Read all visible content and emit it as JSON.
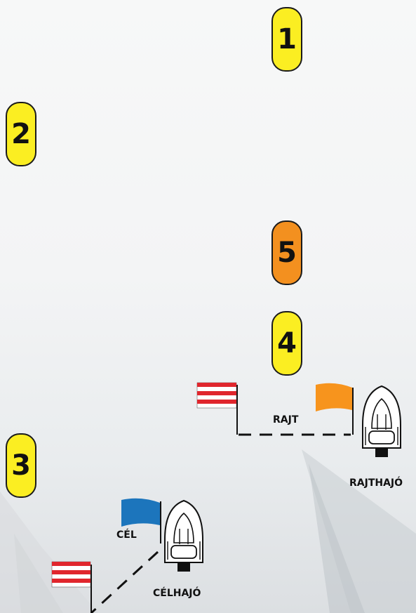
{
  "marks": [
    {
      "number": "1",
      "color": "#fbee22"
    },
    {
      "number": "2",
      "color": "#fbee22"
    },
    {
      "number": "5",
      "color": "#f3901f"
    },
    {
      "number": "4",
      "color": "#fbee22"
    },
    {
      "number": "3",
      "color": "#fbee22"
    }
  ],
  "start": {
    "line_label": "RAJT",
    "boat_label": "RAJTHAJÓ",
    "pin_flag": "red-white-striped-flag-icon",
    "boat_flag_color": "#f7941d"
  },
  "finish": {
    "line_label": "CÉL",
    "boat_label": "CÉLHAJÓ",
    "pin_flag": "red-white-striped-flag-icon",
    "boat_flag_color": "#1c75bc"
  },
  "colors": {
    "yellow_mark": "#fbee22",
    "orange_mark": "#f3901f",
    "stripe_red": "#e0262d"
  }
}
